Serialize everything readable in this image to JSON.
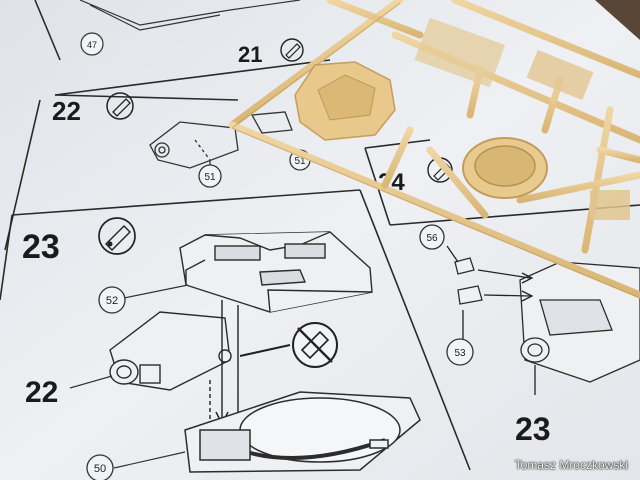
{
  "steps": {
    "s21": "21",
    "s22": "22",
    "s23": "23",
    "s24": "24",
    "callout_22": "22",
    "callout_23": "23"
  },
  "parts": {
    "p47": "47",
    "p51": "51",
    "p52": "52",
    "p50": "50",
    "p56": "56",
    "p53": "53"
  },
  "credit": "Tomasz Mroczkowski",
  "colors": {
    "paper": "#e9ecef",
    "ink": "#1b1b1b",
    "sprue": "#e7c98f",
    "background": "#5a4636"
  },
  "icons": [
    "glue-tube-icon",
    "no-glue-icon"
  ]
}
